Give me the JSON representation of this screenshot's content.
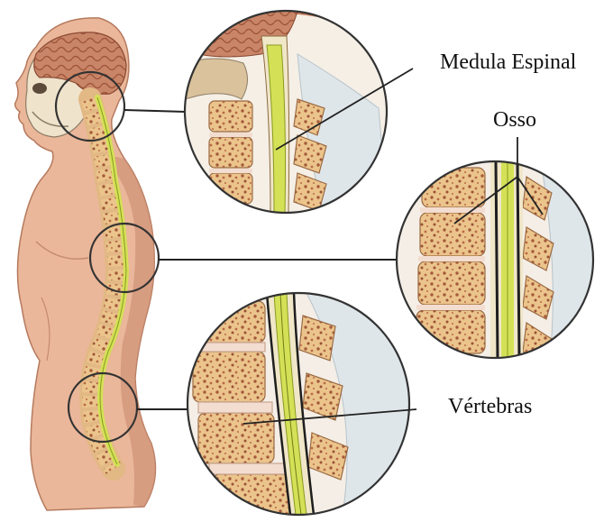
{
  "labels": {
    "spinal_cord": "Medula Espinal",
    "bone": "Osso",
    "vertebrae": "Vértebras"
  },
  "colors": {
    "skin": "#eab79a",
    "skin_shadow": "#cf9276",
    "spinal_cord": "#d4e157",
    "bone": "#e9bf86",
    "marrow_spot": "#a35a3a",
    "disc": "#f3ddd0",
    "brain": "#c77b5c",
    "leader_line": "#222222",
    "circle_outline": "#333333"
  }
}
